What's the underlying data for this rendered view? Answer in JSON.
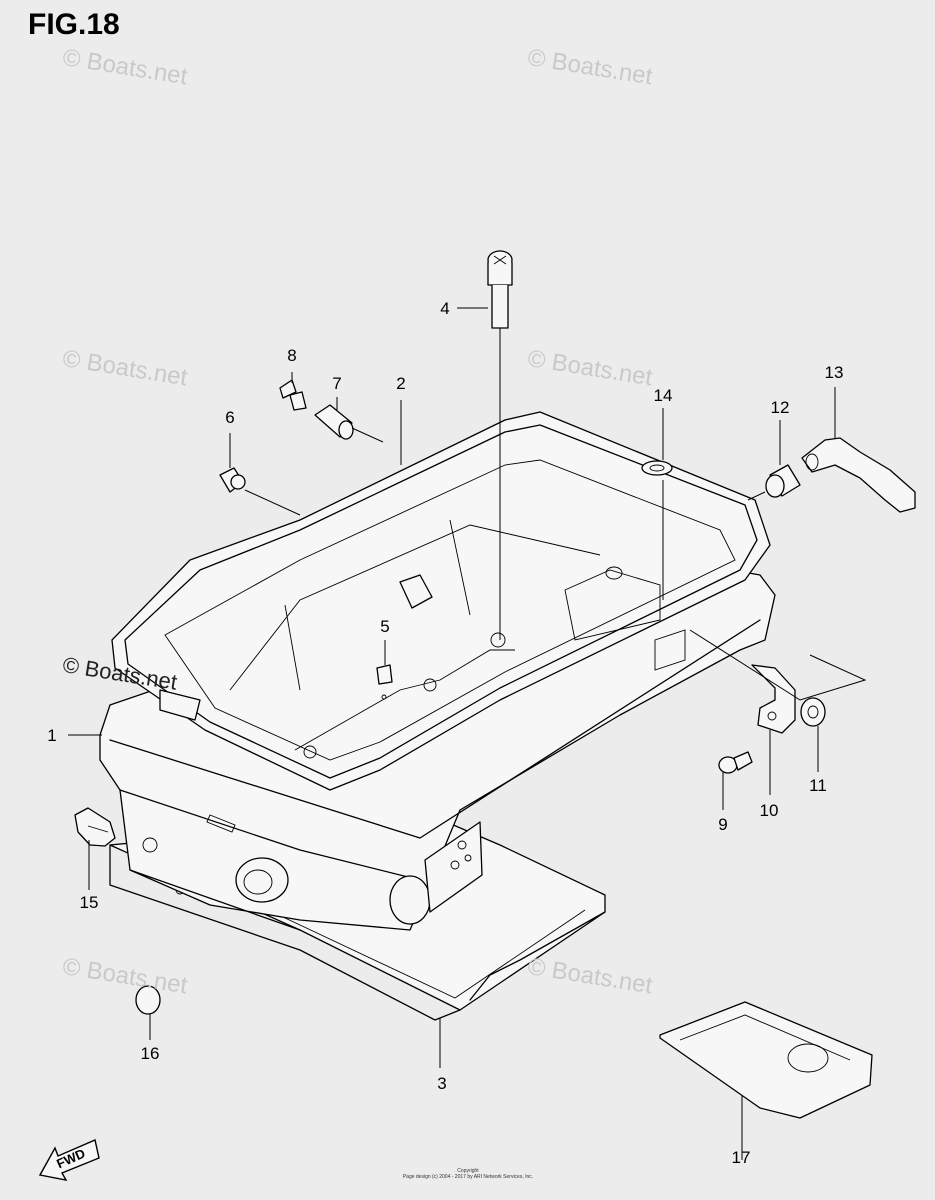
{
  "figure": {
    "title": "FIG.18"
  },
  "callouts": [
    {
      "id": "1",
      "label": "1"
    },
    {
      "id": "2",
      "label": "2"
    },
    {
      "id": "3",
      "label": "3"
    },
    {
      "id": "4",
      "label": "4"
    },
    {
      "id": "5",
      "label": "5"
    },
    {
      "id": "6",
      "label": "6"
    },
    {
      "id": "7",
      "label": "7"
    },
    {
      "id": "8",
      "label": "8"
    },
    {
      "id": "9",
      "label": "9"
    },
    {
      "id": "10",
      "label": "10"
    },
    {
      "id": "11",
      "label": "11"
    },
    {
      "id": "12",
      "label": "12"
    },
    {
      "id": "13",
      "label": "13"
    },
    {
      "id": "14",
      "label": "14"
    },
    {
      "id": "15",
      "label": "15"
    },
    {
      "id": "16",
      "label": "16"
    },
    {
      "id": "17",
      "label": "17"
    }
  ],
  "watermark": {
    "text": "© Boats.net"
  },
  "direction_badge": {
    "label": "FWD",
    "icon": "fwd-arrow-icon"
  },
  "copyright": {
    "line1": "Copyright",
    "line2": "Page design (c) 2004 - 2017 by ARI Network Services, Inc."
  },
  "colors": {
    "background": "#ececec",
    "line": "#000000",
    "watermark": "#c9c9c9"
  }
}
